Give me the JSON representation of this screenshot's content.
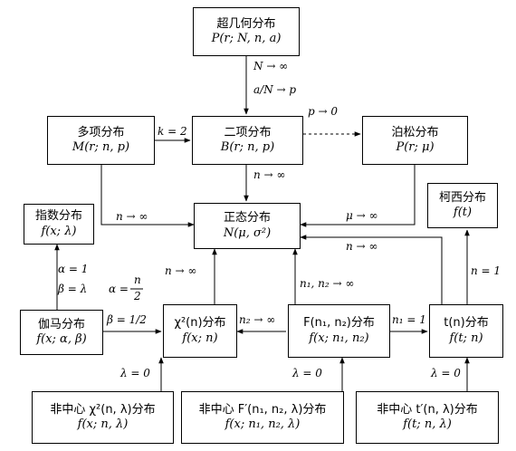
{
  "nodes": {
    "hypergeometric": {
      "title": "超几何分布",
      "formula": "P(r; N, n, a)"
    },
    "multinomial": {
      "title": "多项分布",
      "formula": "M(r; n, p)"
    },
    "binomial": {
      "title": "二项分布",
      "formula": "B(r; n, p)"
    },
    "poisson": {
      "title": "泊松分布",
      "formula": "P(r; μ)"
    },
    "exponential": {
      "title": "指数分布",
      "formula": "f(x; λ)"
    },
    "normal": {
      "title": "正态分布",
      "formula": "N(μ, σ²)"
    },
    "cauchy": {
      "title": "柯西分布",
      "formula": "f(t)"
    },
    "gamma": {
      "title": "伽马分布",
      "formula": "f(x; α,  β)"
    },
    "chi2": {
      "title": "χ²(n)分布",
      "formula": "f(x; n)"
    },
    "f_dist": {
      "title": "F(n₁, n₂)分布",
      "formula": "f(x; n₁, n₂)"
    },
    "t_dist": {
      "title": "t(n)分布",
      "formula": "f(t; n)"
    },
    "nc_chi2": {
      "title": "非中心 χ²(n, λ)分布",
      "formula": "f(x; n, λ)"
    },
    "nc_f": {
      "title": "非中心 F′(n₁, n₂, λ)分布",
      "formula": "f(x; n₁, n₂, λ)"
    },
    "nc_t": {
      "title": "非中心 t′(n, λ)分布",
      "formula": "f(t; n, λ)"
    }
  },
  "edge_labels": {
    "hyper_to_binom_1": "N → ∞",
    "hyper_to_binom_2": "a/N → p",
    "binom_to_poisson": "p → 0",
    "multinomial_binom": "k = 2",
    "binom_to_normal": "n → ∞",
    "multinomial_to_normal": "n → ∞",
    "poisson_to_normal": "μ → ∞",
    "t_to_normal": "n → ∞",
    "chi2_to_normal": "n → ∞",
    "f_to_normal": "n₁, n₂ → ∞",
    "f_to_chi2": "n₂ → ∞",
    "gamma_alpha": "α = 1",
    "gamma_beta": "β = λ",
    "gamma_alpha_frac": "α =",
    "gamma_alpha_num": "n",
    "gamma_alpha_den": "2",
    "gamma_to_chi2": "β = 1/2",
    "t_to_f": "n₁ = 1",
    "t_to_cauchy": "n = 1",
    "nc_chi2_lambda": "λ = 0",
    "nc_f_lambda": "λ = 0",
    "nc_t_lambda": "λ = 0"
  }
}
